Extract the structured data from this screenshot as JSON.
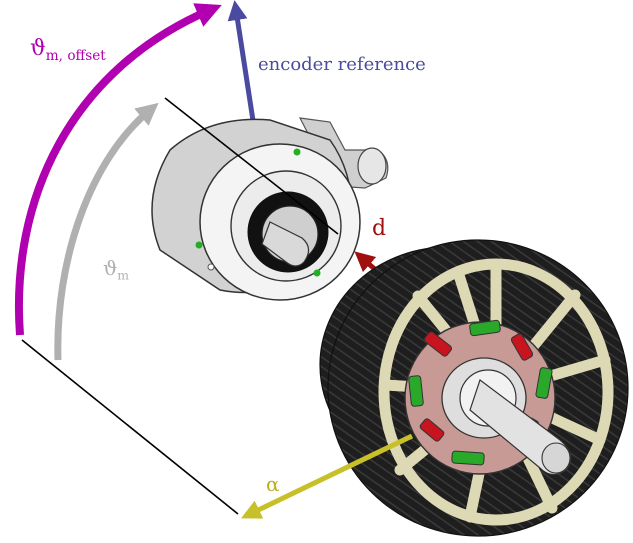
{
  "labels": {
    "theta_offset": {
      "symbol": "ϑ",
      "subscript": "m, offset"
    },
    "encoder_reference": "encoder reference",
    "theta_m": {
      "symbol": "ϑ",
      "subscript": "m"
    },
    "d_axis": "d",
    "alpha_axis": "α"
  },
  "colors": {
    "theta_offset": "#b000b0",
    "encoder_reference": "#4a4aa0",
    "theta_m": "#b0b0b0",
    "d_axis": "#a01010",
    "alpha_axis": "#c8c028",
    "magnet_red": "#c8141e",
    "magnet_green": "#2aa82a",
    "rotor_hub": "#c79a96",
    "rotor_spokes": "#ddd9b4",
    "windings": "#1e1e1e"
  }
}
